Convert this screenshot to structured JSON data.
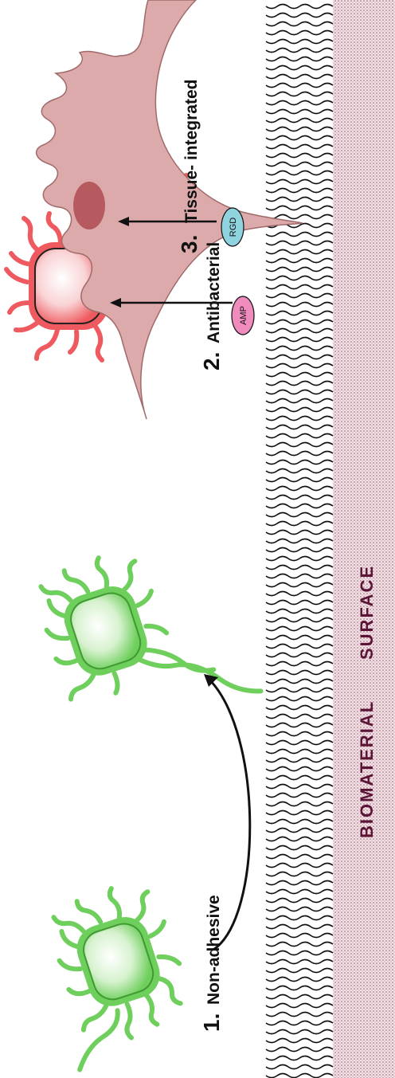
{
  "items": [
    {
      "number": "1.",
      "label": "Non-adhesive"
    },
    {
      "number": "2.",
      "label": "Antibacterial",
      "chip": "AMP"
    },
    {
      "number": "3.",
      "label": "Tissue- integrated",
      "chip": "RGD"
    }
  ],
  "surface": {
    "word1": "BIOMATERIAL",
    "word2": "SURFACE"
  },
  "colors": {
    "bacterium_green": "#5cc94a",
    "bacterium_red": "#ee5a5f",
    "cell_pink": "#dcaaaa",
    "nucleus": "#b65a60",
    "amp_chip": "#f08bbd",
    "rgd_chip": "#8fd3df",
    "surface_text": "#5b1435",
    "surface_band": "#e7cfd6"
  }
}
